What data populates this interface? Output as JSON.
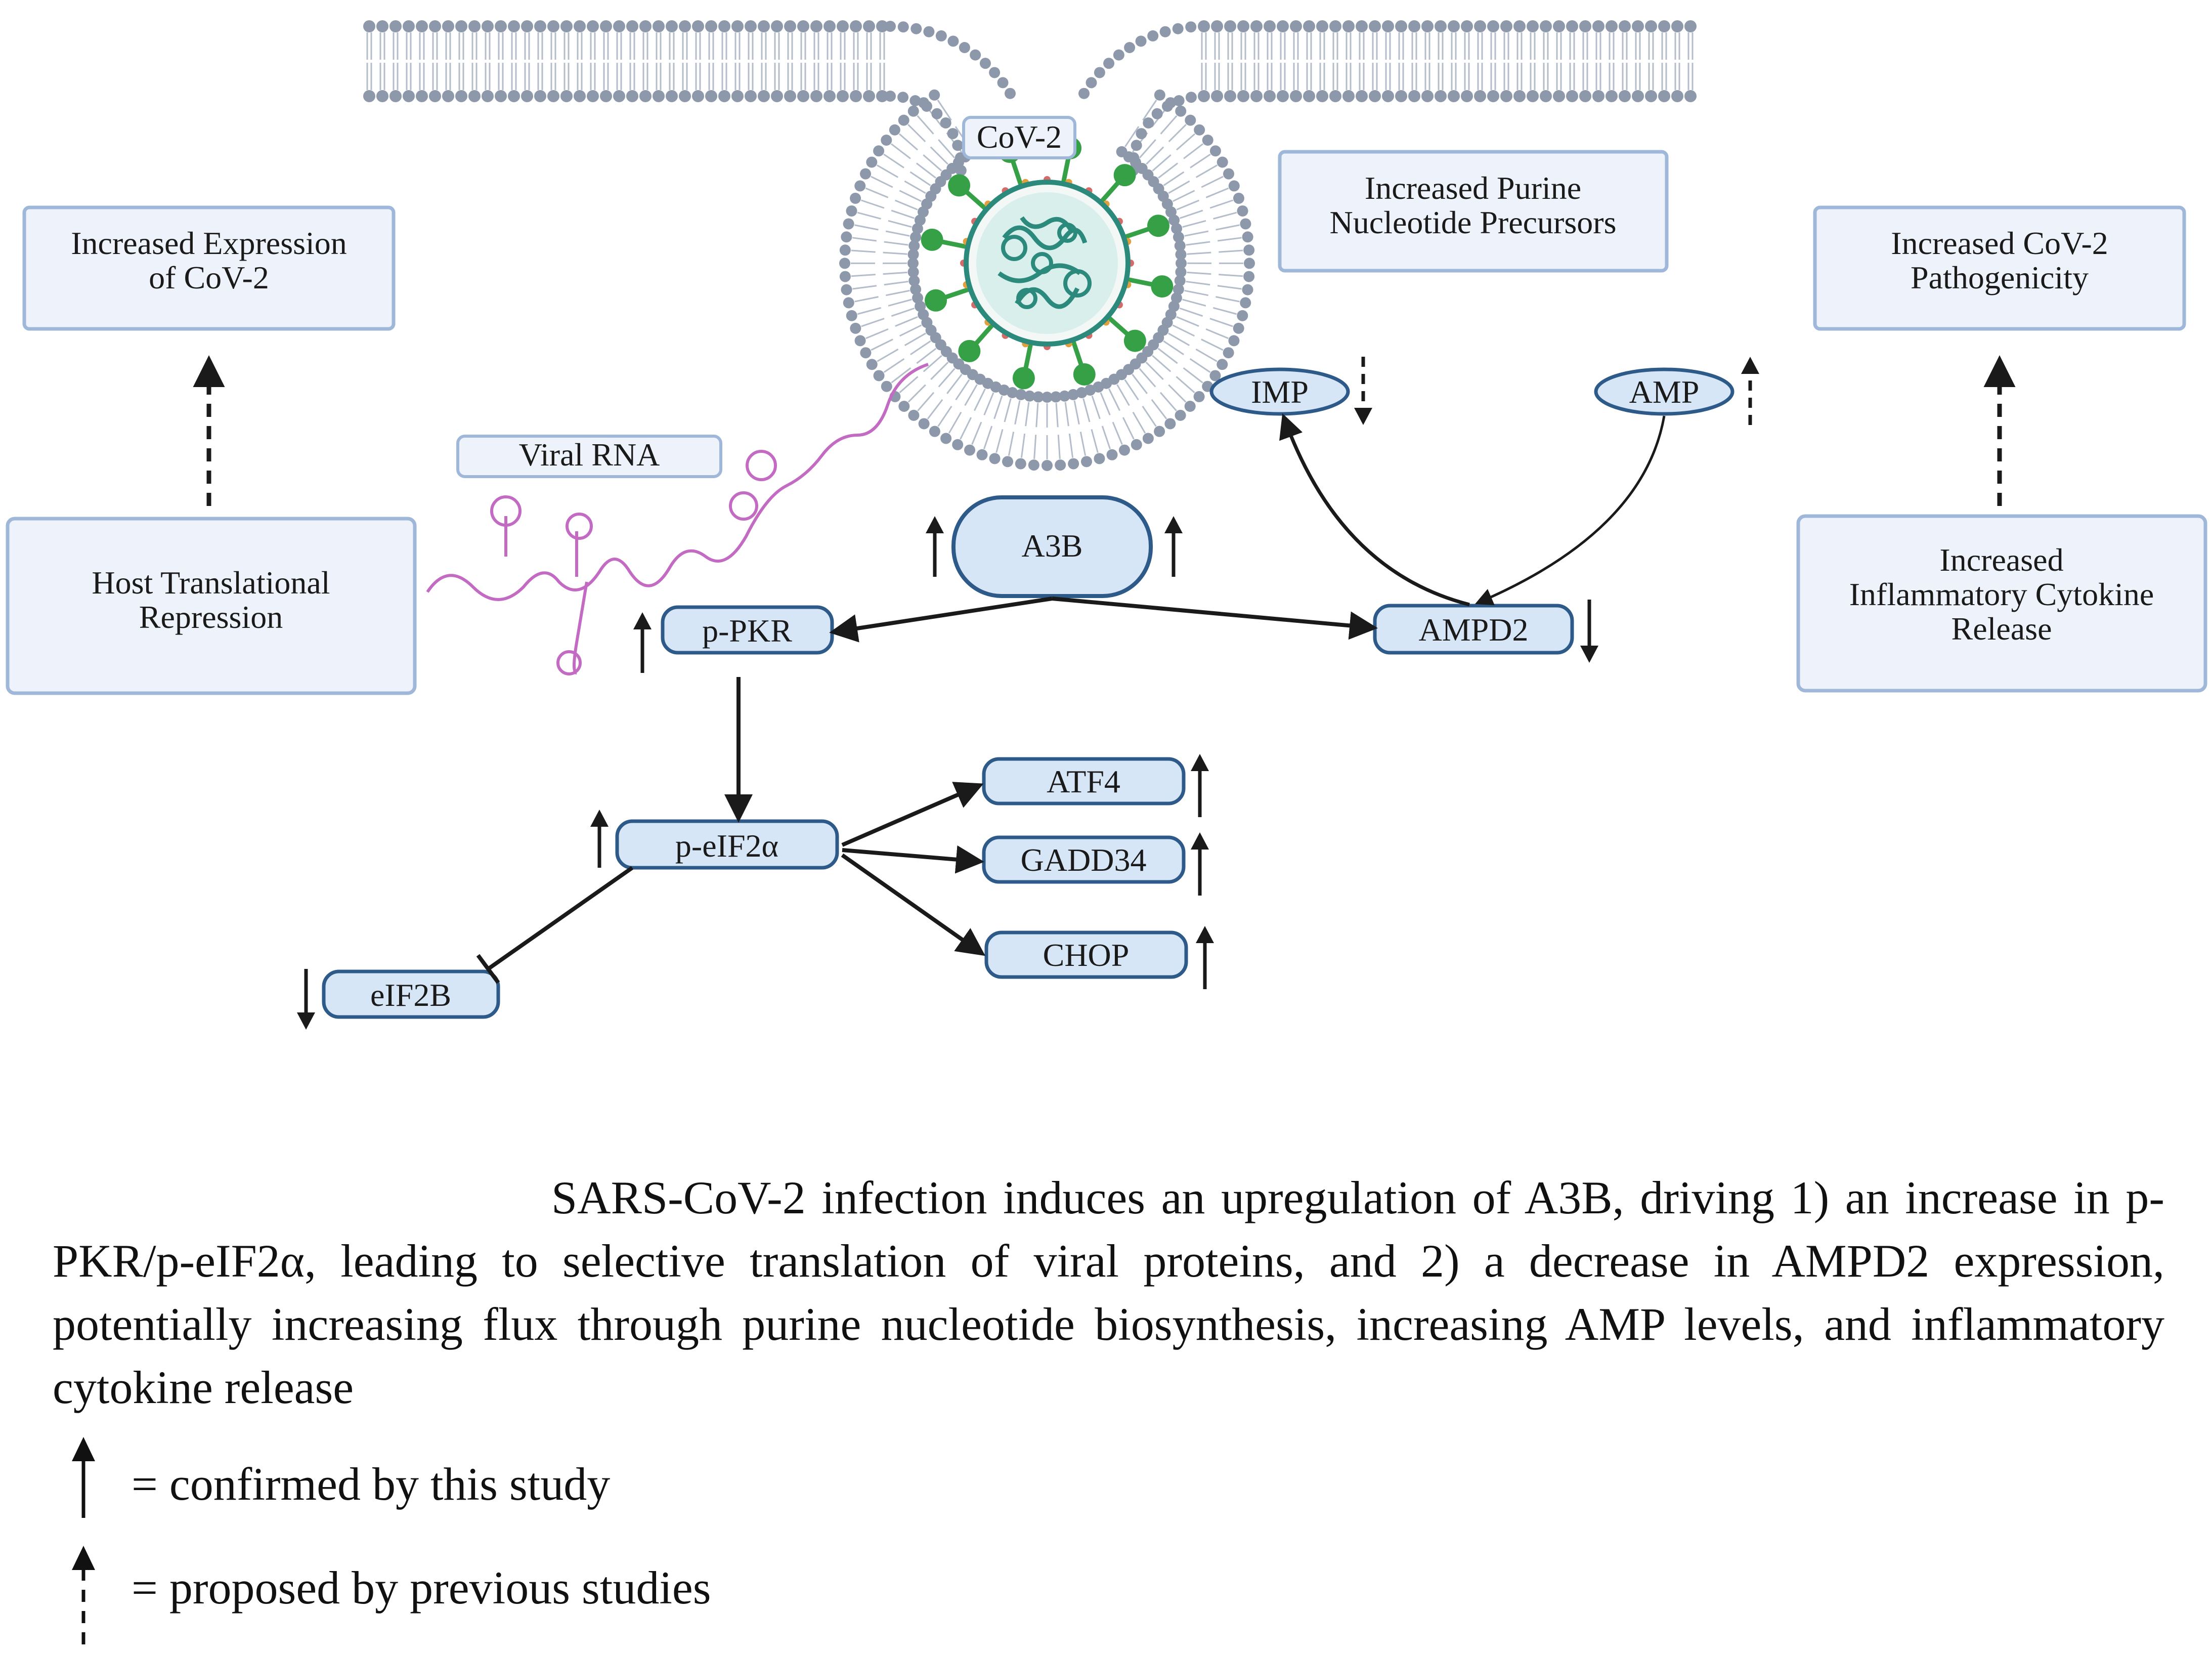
{
  "labels": {
    "cov2": "CoV-2",
    "increased_expression": [
      "Increased Expression",
      "of CoV-2"
    ],
    "increased_purine": [
      "Increased Purine",
      "Nucleotide Precursors"
    ],
    "increased_pathogenicity": [
      "Increased CoV-2",
      "Pathogenicity"
    ],
    "host_translational": [
      "Host Translational",
      "Repression"
    ],
    "inflammatory": [
      "Increased",
      "Inflammatory Cytokine",
      "Release"
    ],
    "viral_rna": "Viral RNA",
    "imp": "IMP",
    "amp": "AMP",
    "a3b": "A3B",
    "ppkr": "p-PKR",
    "ampd2": "AMPD2",
    "peif2a": "p-eIF2α",
    "atf4": "ATF4",
    "gadd34": "GADD34",
    "chop": "CHOP",
    "eif2b": "eIF2B"
  },
  "caption": "SARS-CoV-2 infection induces an upregulation of A3B, driving 1) an increase in p-PKR/p-eIF2α, leading to selective translation of viral proteins, and 2) a decrease in AMPD2 expression, potentially increasing flux through purine nucleotide biosynthesis, increasing AMP levels, and inflammatory cytokine release",
  "legend": {
    "confirmed": "= confirmed by this study",
    "proposed": "= proposed by previous studies"
  },
  "colors": {
    "box_fill": "#eef3fb",
    "box_stroke": "#9fb7d8",
    "node_fill": "#d6e6f6",
    "node_stroke": "#2d5a88",
    "membrane": "#8d99ab",
    "rna": "#c36bc3",
    "virus": "#2c8a7d",
    "spike": "#36a046"
  }
}
